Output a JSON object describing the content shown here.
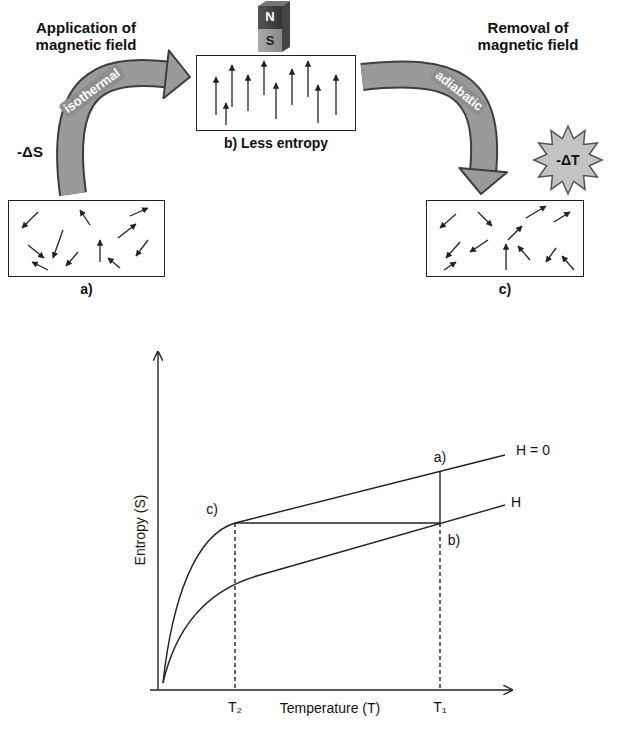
{
  "diagram": {
    "nodes": [
      {
        "text": [
          "a)"
        ]
      },
      {
        "text": [
          "b) Less entropy"
        ]
      },
      {
        "text": [
          "c)"
        ]
      }
    ],
    "edges": [
      {
        "from": 0,
        "to": 1,
        "arrow": "to",
        "label": "isothermal"
      },
      {
        "from": 1,
        "to": 2,
        "arrow": "to",
        "label": "adiabatic"
      }
    ],
    "labels": [
      "Application of magnetic field",
      "-ΔS",
      "N",
      "S",
      "Removal of magnetic field",
      "-ΔT",
      "Entropy (S)",
      "Temperature (T)",
      "T₂",
      "T₁",
      "a)",
      "b)",
      "c)",
      "H = 0",
      "H"
    ]
  }
}
